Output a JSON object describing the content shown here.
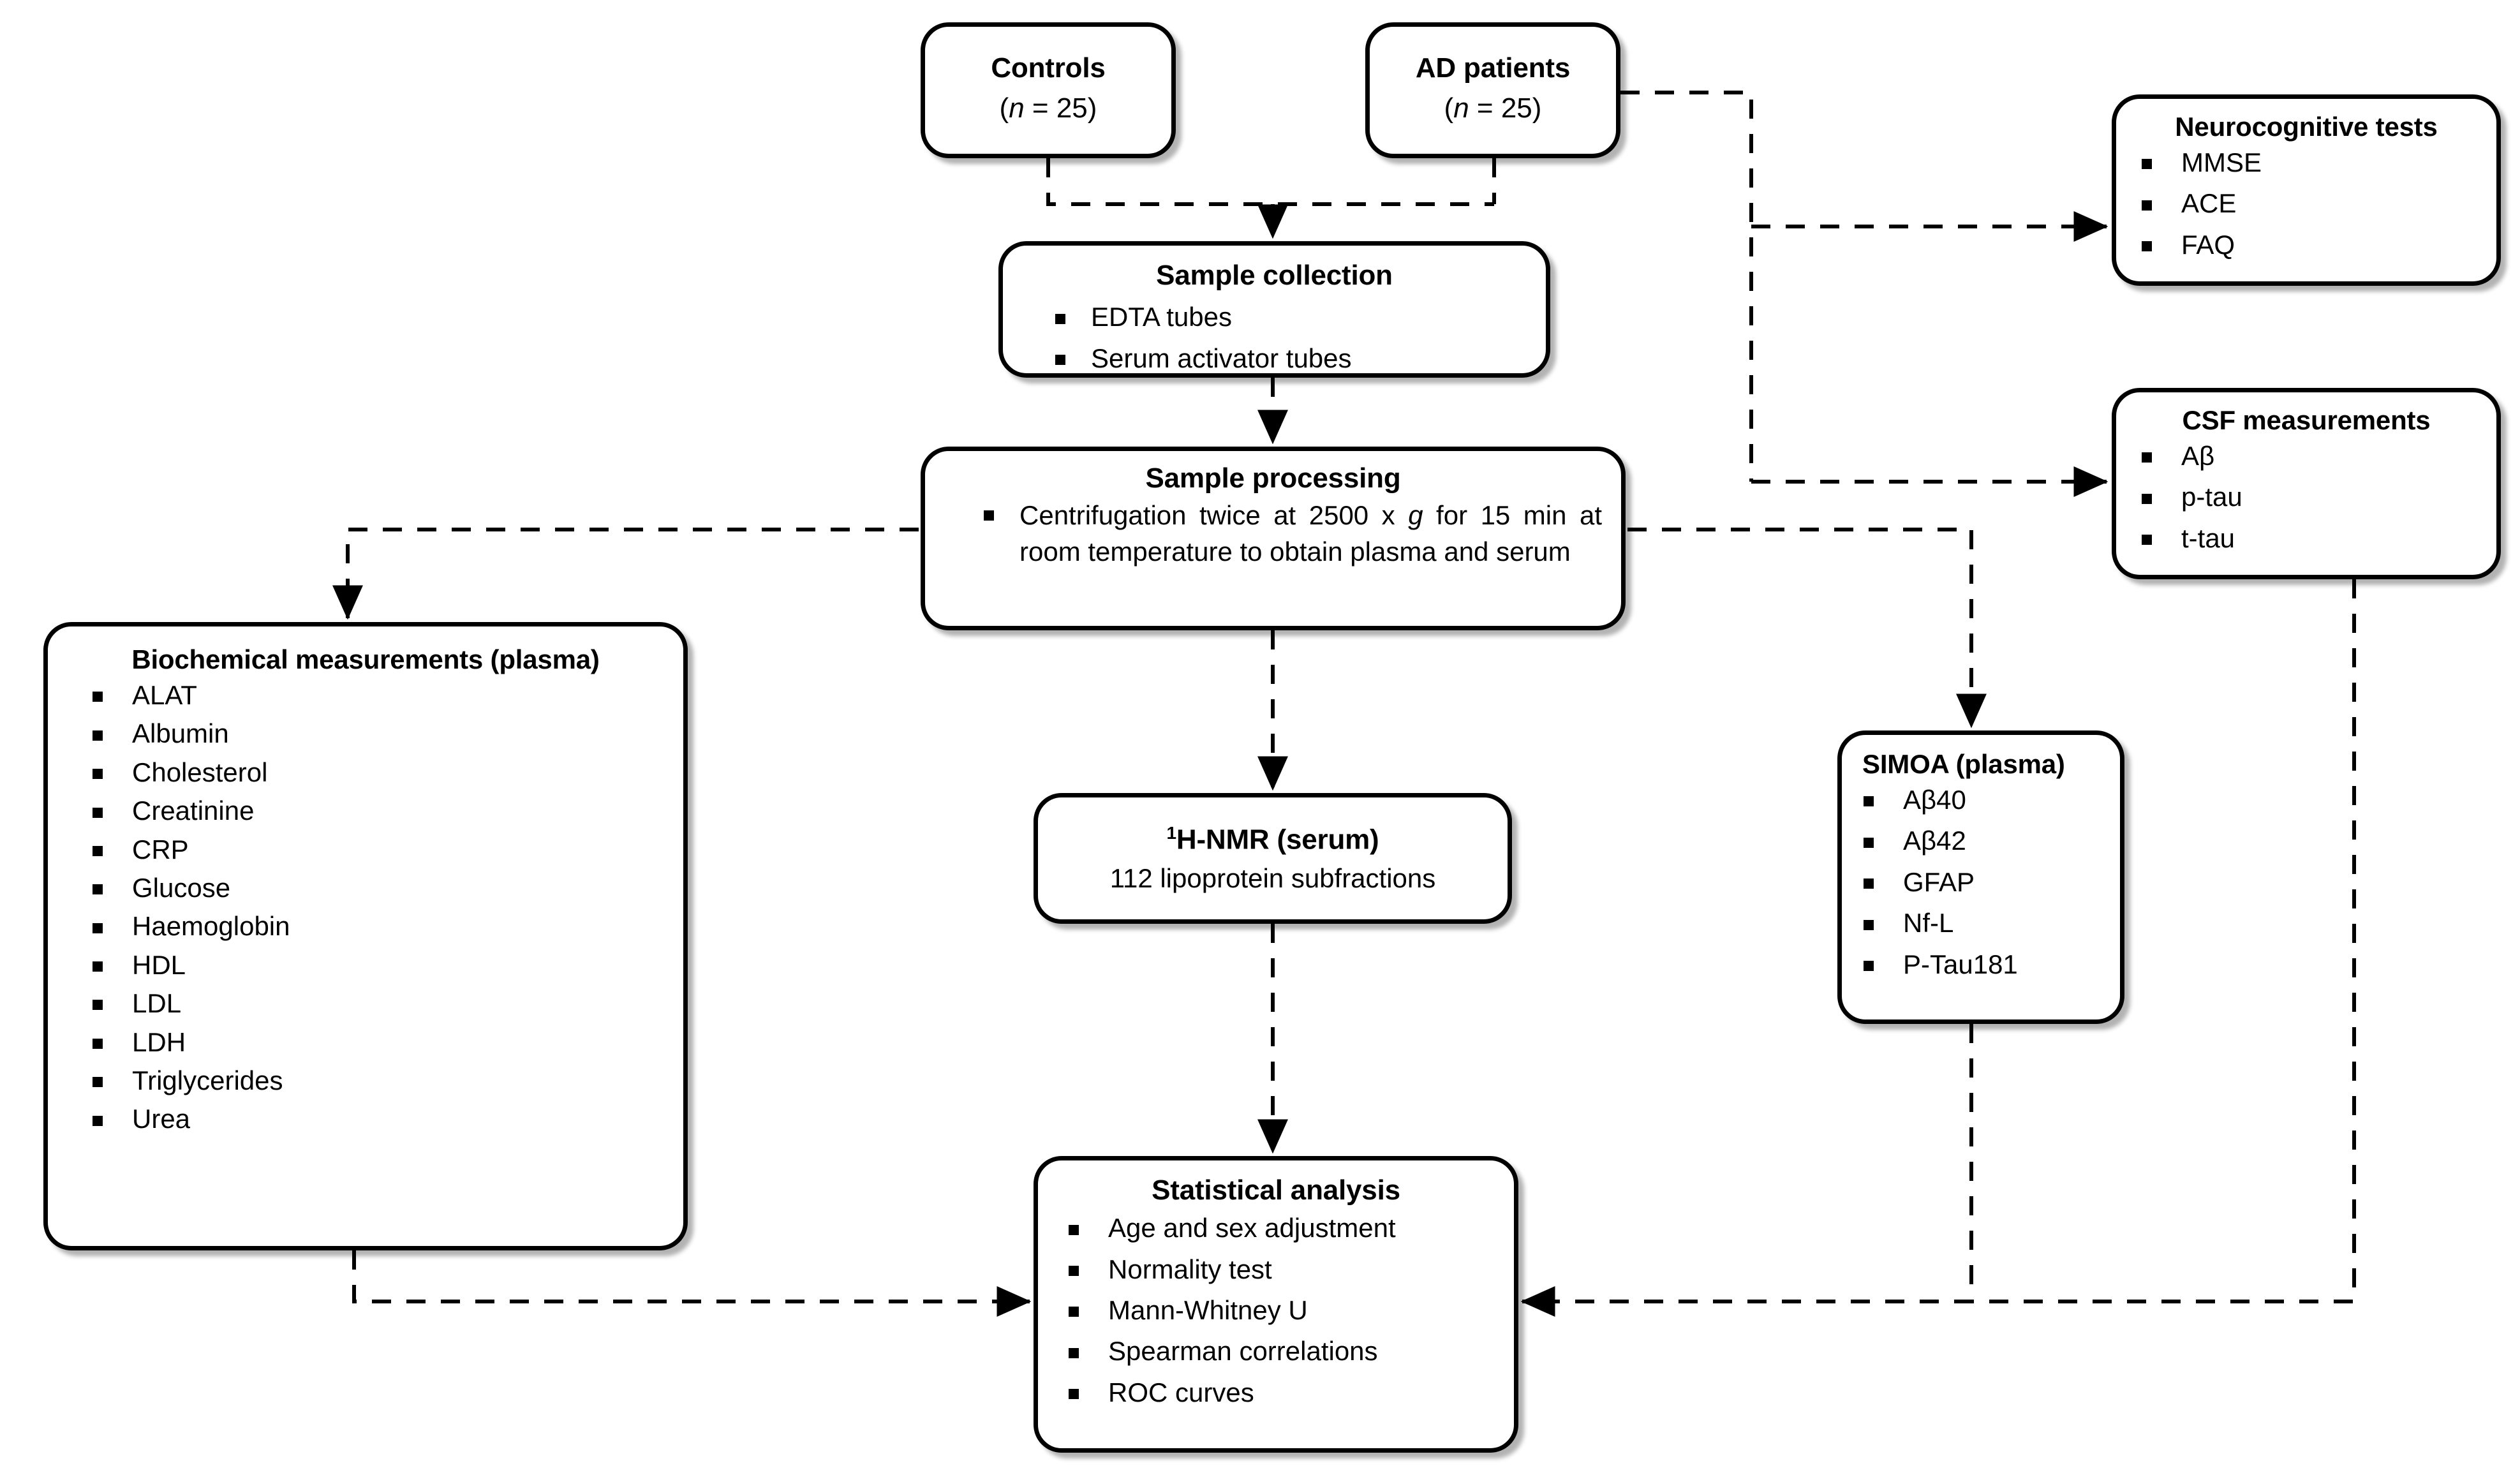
{
  "figure": {
    "kind": "study-workflow-flowchart",
    "line_style": "dashed",
    "line_color": "#000000",
    "box_border_color": "#000000",
    "box_fill_color": "#ffffff"
  },
  "nodes": {
    "controls": {
      "title": "Controls",
      "subtitle_prefix": "(",
      "subtitle_italic": "n",
      "subtitle_suffix": " = 25)"
    },
    "ad_patients": {
      "title": "AD patients",
      "subtitle_prefix": "(",
      "subtitle_italic": "n",
      "subtitle_suffix": " = 25)"
    },
    "sample_collection": {
      "title": "Sample collection",
      "items": [
        "EDTA tubes",
        "Serum  activator tubes"
      ]
    },
    "sample_processing": {
      "title": "Sample processing",
      "body_part1": "Centrifugation twice at 2500 x ",
      "body_italic": "g",
      "body_part2": " for 15 min at room temperature to obtain plasma and serum"
    },
    "neurocognitive_tests": {
      "title": "Neurocognitive tests",
      "items": [
        "MMSE",
        "ACE",
        "FAQ"
      ]
    },
    "csf_measurements": {
      "title": "CSF measurements",
      "items": [
        "Aβ",
        "p-tau",
        "t-tau"
      ]
    },
    "biochemical_measurements": {
      "title": "Biochemical measurements (plasma)",
      "items": [
        "ALAT",
        "Albumin",
        "Cholesterol",
        "Creatinine",
        "CRP",
        "Glucose",
        "Haemoglobin",
        "HDL",
        "LDL",
        "LDH",
        "Triglycerides",
        "Urea"
      ]
    },
    "nmr": {
      "title_sup": "1",
      "title": "H-NMR (serum)",
      "subtitle": "112 lipoprotein subfractions"
    },
    "simoa": {
      "title": "SIMOA (plasma)",
      "items": [
        "Aβ40",
        "Aβ42",
        "GFAP",
        "Nf-L",
        "P-Tau181"
      ]
    },
    "statistical_analysis": {
      "title": "Statistical analysis",
      "items": [
        "Age and sex adjustment",
        "Normality test",
        "Mann-Whitney U",
        "Spearman correlations",
        "ROC curves"
      ]
    }
  },
  "edges": [
    {
      "from": "controls",
      "to": "sample_collection",
      "style": "dashed",
      "arrow": true
    },
    {
      "from": "ad_patients",
      "to": "sample_collection",
      "style": "dashed",
      "arrow": true
    },
    {
      "from": "ad_patients",
      "to": "neurocognitive_tests",
      "style": "dashed",
      "arrow": true
    },
    {
      "from": "ad_patients",
      "to": "csf_measurements",
      "style": "dashed",
      "arrow": true
    },
    {
      "from": "sample_collection",
      "to": "sample_processing",
      "style": "dashed",
      "arrow": true
    },
    {
      "from": "sample_processing",
      "to": "biochemical_measurements",
      "style": "dashed",
      "arrow": true
    },
    {
      "from": "sample_processing",
      "to": "nmr",
      "style": "dashed",
      "arrow": true
    },
    {
      "from": "sample_processing",
      "to": "simoa",
      "style": "dashed",
      "arrow": true
    },
    {
      "from": "nmr",
      "to": "statistical_analysis",
      "style": "dashed",
      "arrow": true
    },
    {
      "from": "biochemical_measurements",
      "to": "statistical_analysis",
      "style": "dashed",
      "arrow": true
    },
    {
      "from": "simoa",
      "to": "statistical_analysis",
      "style": "dashed",
      "arrow": true
    },
    {
      "from": "csf_measurements",
      "to": "statistical_analysis",
      "style": "dashed",
      "arrow": true
    }
  ]
}
